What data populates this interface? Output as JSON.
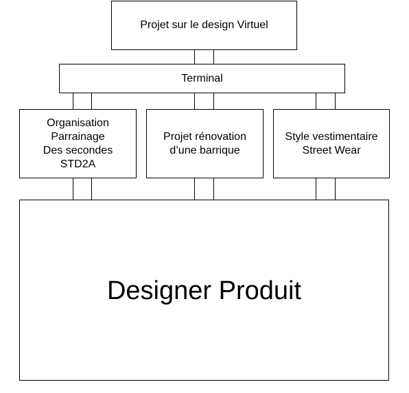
{
  "top": {
    "label": "Projet sur le design Virtuel"
  },
  "terminal": {
    "label": "Terminal"
  },
  "children": [
    {
      "lines": [
        "Organisation",
        "Parrainage",
        "Des secondes",
        "STD2A"
      ]
    },
    {
      "lines": [
        "Projet rénovation",
        "d’une barrique"
      ]
    },
    {
      "lines": [
        "Style vestimentaire",
        "Street Wear"
      ]
    }
  ],
  "bottom": {
    "label": "Designer Produit"
  }
}
